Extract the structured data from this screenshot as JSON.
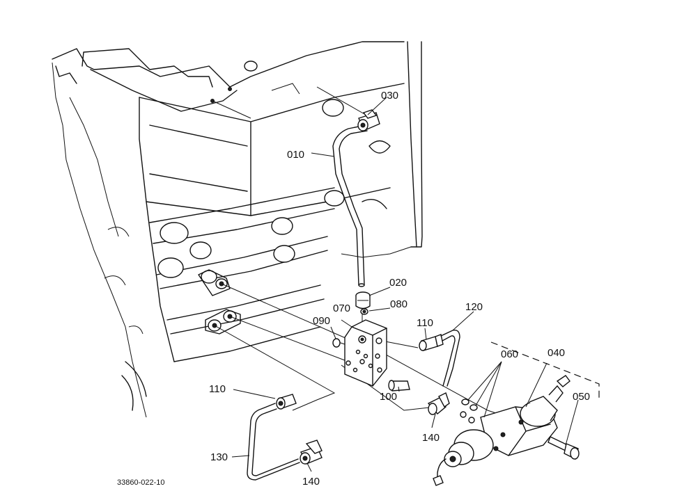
{
  "diagram": {
    "drawing_code": "33860-022-10",
    "callouts": [
      {
        "id": "c010",
        "text": "010"
      },
      {
        "id": "c020",
        "text": "020"
      },
      {
        "id": "c030",
        "text": "030"
      },
      {
        "id": "c040",
        "text": "040"
      },
      {
        "id": "c050",
        "text": "050"
      },
      {
        "id": "c060",
        "text": "060"
      },
      {
        "id": "c070",
        "text": "070"
      },
      {
        "id": "c080",
        "text": "080"
      },
      {
        "id": "c090",
        "text": "090"
      },
      {
        "id": "c100",
        "text": "100"
      },
      {
        "id": "c110a",
        "text": "110"
      },
      {
        "id": "c110b",
        "text": "110"
      },
      {
        "id": "c120",
        "text": "120"
      },
      {
        "id": "c130",
        "text": "130"
      },
      {
        "id": "c140a",
        "text": "140"
      },
      {
        "id": "c140b",
        "text": "140"
      }
    ]
  }
}
